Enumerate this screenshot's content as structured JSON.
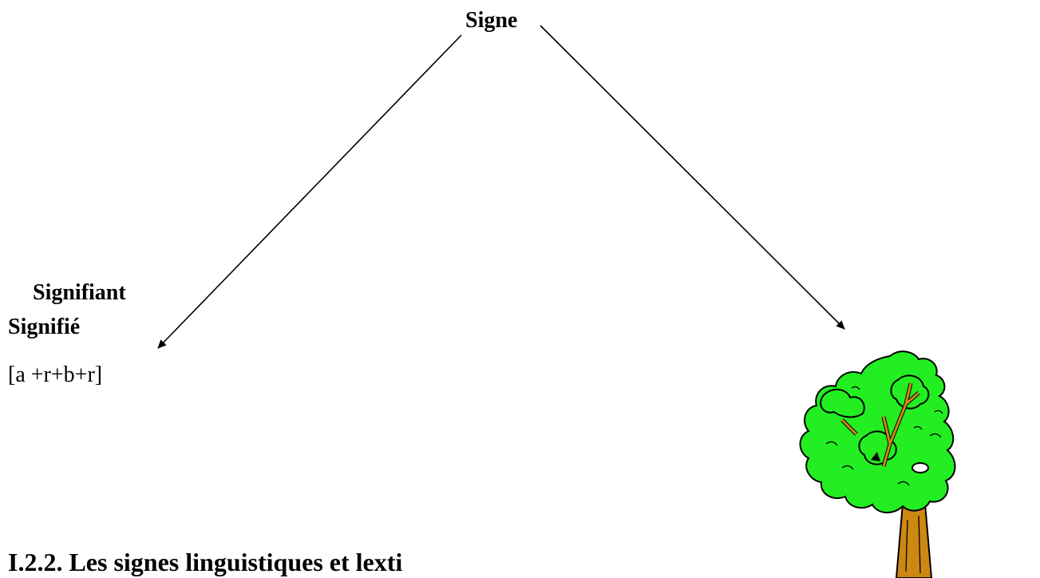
{
  "diagram": {
    "root_label": "Signe",
    "left_label_1": "Signifiant",
    "left_label_2": "Signifié",
    "phonetic_formula": "[a +r+b+r]",
    "tree_icon": "tree-illustration"
  },
  "section": {
    "heading": "I.2.2. Les signes linguistiques et  lexti"
  },
  "colors": {
    "text": "#000000",
    "foliage": "#22ee22",
    "trunk": "#cc8811",
    "outline": "#000000"
  }
}
